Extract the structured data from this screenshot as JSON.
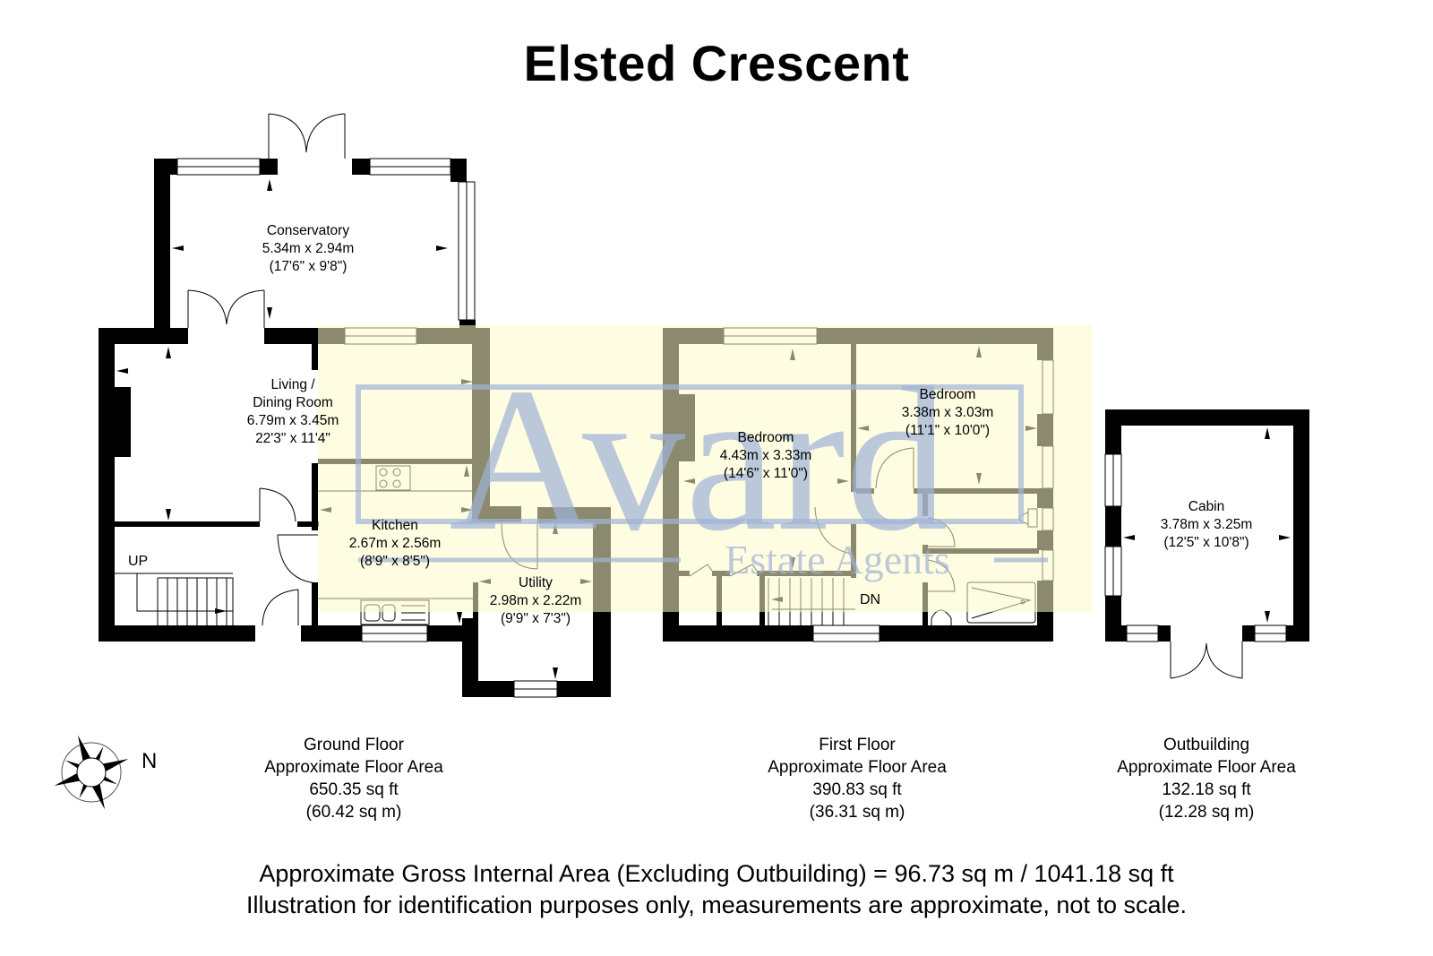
{
  "title": "Elsted Crescent",
  "watermark": {
    "brand": "Avard",
    "subtitle": "Estate Agents",
    "color": "#9fb3d6",
    "overlay_color": "#fffbc8"
  },
  "ground_floor": {
    "rooms": [
      {
        "name": "Conservatory",
        "metric": "5.34m x 2.94m",
        "imperial": "(17'6\" x 9'8\")"
      },
      {
        "name": "Living /",
        "name2": "Dining Room",
        "metric": "6.79m x 3.45m",
        "imperial": "22'3\" x 11'4\""
      },
      {
        "name": "Kitchen",
        "metric": "2.67m x 2.56m",
        "imperial": "(8'9\" x 8'5\")"
      },
      {
        "name": "Utility",
        "metric": "2.98m x 2.22m",
        "imperial": "(9'9\" x 7'3\")"
      }
    ],
    "stairs_label": "UP",
    "area": {
      "heading": "Ground Floor",
      "label": "Approximate Floor Area",
      "sqft": "650.35 sq ft",
      "sqm": "(60.42 sq m)"
    }
  },
  "first_floor": {
    "rooms": [
      {
        "name": "Bedroom",
        "metric": "4.43m x 3.33m",
        "imperial": "(14'6\" x 11'0\")"
      },
      {
        "name": "Bedroom",
        "metric": "3.38m x 3.03m",
        "imperial": "(11'1\" x 10'0\")"
      }
    ],
    "stairs_label": "DN",
    "area": {
      "heading": "First Floor",
      "label": "Approximate Floor Area",
      "sqft": "390.83 sq ft",
      "sqm": "(36.31 sq m)"
    }
  },
  "outbuilding": {
    "rooms": [
      {
        "name": "Cabin",
        "metric": "3.78m x 3.25m",
        "imperial": "(12'5\" x 10'8\")"
      }
    ],
    "area": {
      "heading": "Outbuilding",
      "label": "Approximate Floor Area",
      "sqft": "132.18 sq ft",
      "sqm": "(12.28 sq m)"
    }
  },
  "compass": {
    "icon": "compass-rose-icon",
    "label": "N"
  },
  "footer": {
    "gross_area": "Approximate Gross Internal Area (Excluding Outbuilding) = 96.73 sq m / 1041.18 sq ft",
    "disclaimer": "Illustration for identification purposes only, measurements are approximate, not to scale."
  }
}
